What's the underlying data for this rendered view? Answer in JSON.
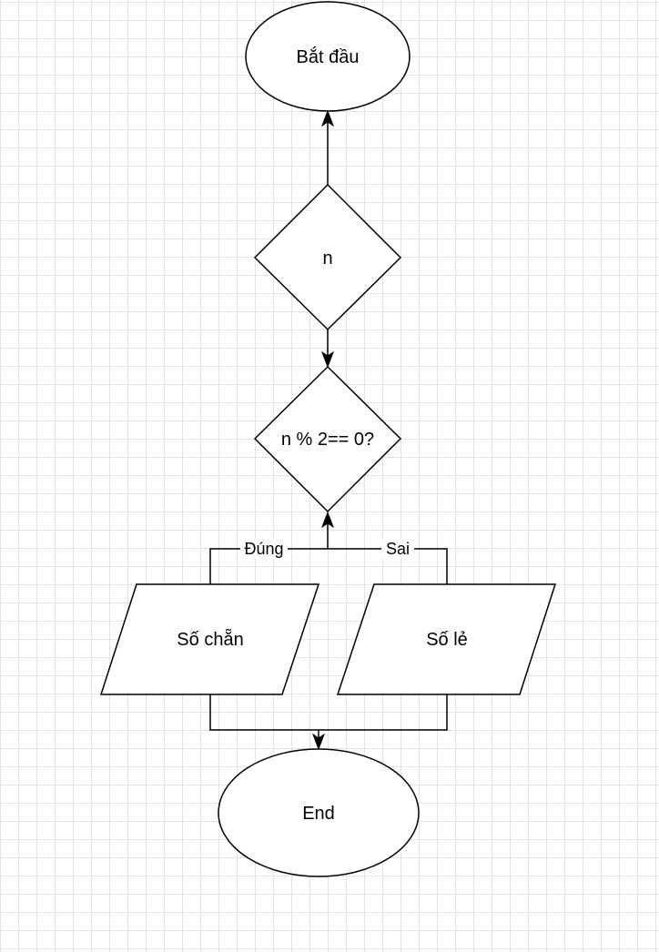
{
  "diagram": {
    "nodes": {
      "start": {
        "label": "Bắt đầu",
        "shape": "ellipse"
      },
      "input_n": {
        "label": "n",
        "shape": "diamond"
      },
      "decision": {
        "label": "n % 2== 0?",
        "shape": "diamond"
      },
      "even": {
        "label": "Số chẵn",
        "shape": "parallelogram"
      },
      "odd": {
        "label": "Số lẻ",
        "shape": "parallelogram"
      },
      "end": {
        "label": "End",
        "shape": "ellipse"
      }
    },
    "edges": {
      "true_label": "Đúng",
      "false_label": "Sai"
    }
  }
}
